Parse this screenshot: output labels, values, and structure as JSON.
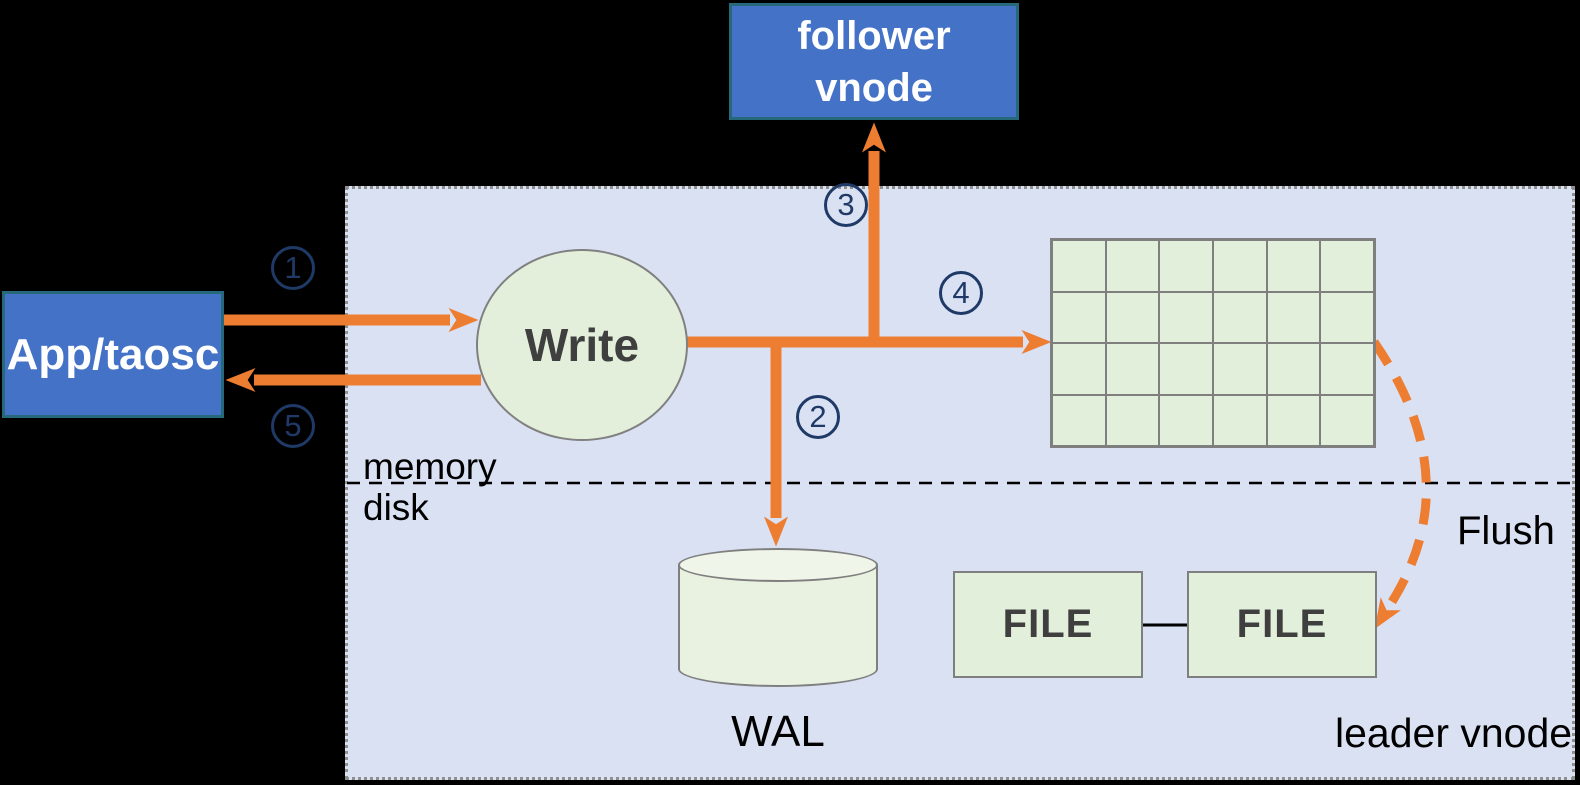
{
  "nodes": {
    "app": {
      "label": "App/taosc"
    },
    "follower_vnode": {
      "line1": "follower",
      "line2": "vnode"
    },
    "write": {
      "label": "Write"
    },
    "wal": {
      "label": "WAL"
    },
    "files": [
      {
        "label": "FILE"
      },
      {
        "label": "FILE"
      }
    ],
    "memtable_grid": {
      "rows": 4,
      "cols": 6
    }
  },
  "labels": {
    "memory": "memory",
    "disk": "disk",
    "flush": "Flush",
    "leader_vnode": "leader vnode"
  },
  "steps": [
    "1",
    "2",
    "3",
    "4",
    "5"
  ],
  "colors": {
    "background": "#000000",
    "panel_fill": "#dae1f3",
    "panel_border": "#8f8f8f",
    "blue_fill": "#4472c7",
    "blue_border": "#26697a",
    "green_fill": "#e2efda",
    "green_border": "#7f7f7f",
    "arrow_orange": "#ed7d31",
    "step_navy": "#1f3a66",
    "dark_text": "#3f3f3f"
  }
}
